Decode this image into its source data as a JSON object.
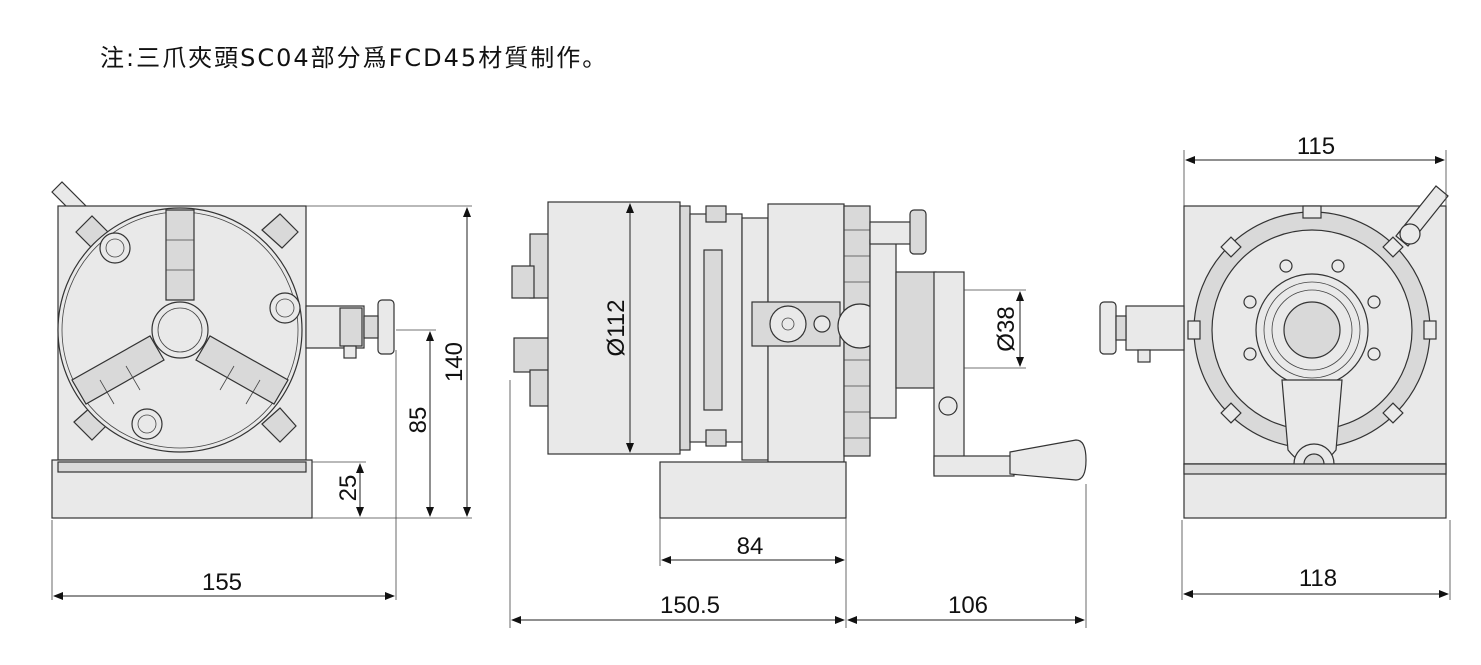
{
  "note": "注:三爪夾頭SC04部分爲FCD45材質制作。",
  "dimensions": {
    "front": {
      "width": "155",
      "height": "140",
      "center_height": "85",
      "base_height": "25"
    },
    "side": {
      "chuck_diameter": "Ø112",
      "shaft_diameter": "Ø38",
      "base_length": "84",
      "body_length": "150.5",
      "handle_length": "106"
    },
    "back": {
      "top_width": "115",
      "base_width": "118"
    }
  }
}
